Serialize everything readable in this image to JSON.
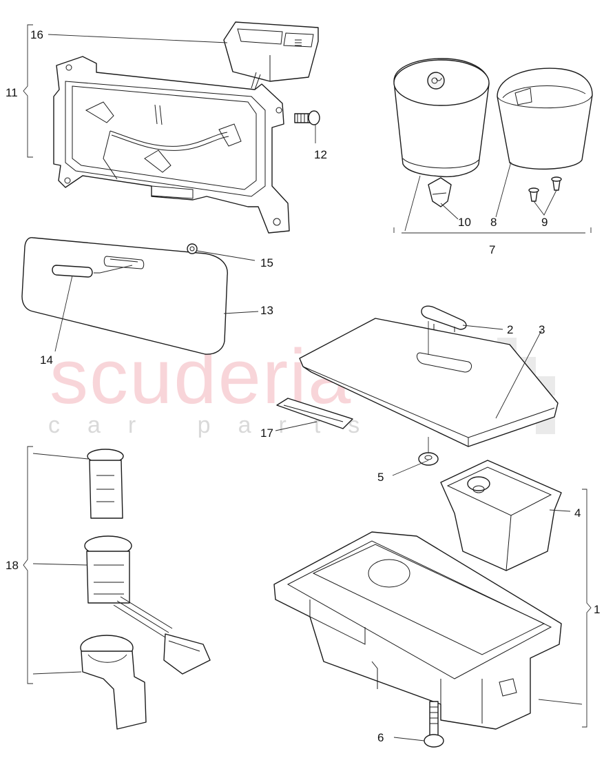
{
  "watermark": {
    "brand": "scuderia",
    "tagline": "car parts",
    "brand_color": "#f3b4bb",
    "logo_icon": "checkered-flag-icon"
  },
  "callouts": {
    "c1": "1",
    "c2": "2",
    "c3": "3",
    "c4": "4",
    "c5": "5",
    "c6": "6",
    "c7": "7",
    "c8": "8",
    "c9": "9",
    "c10": "10",
    "c11": "11",
    "c12": "12",
    "c13": "13",
    "c14": "14",
    "c15": "15",
    "c16": "16",
    "c17": "17",
    "c18": "18"
  }
}
